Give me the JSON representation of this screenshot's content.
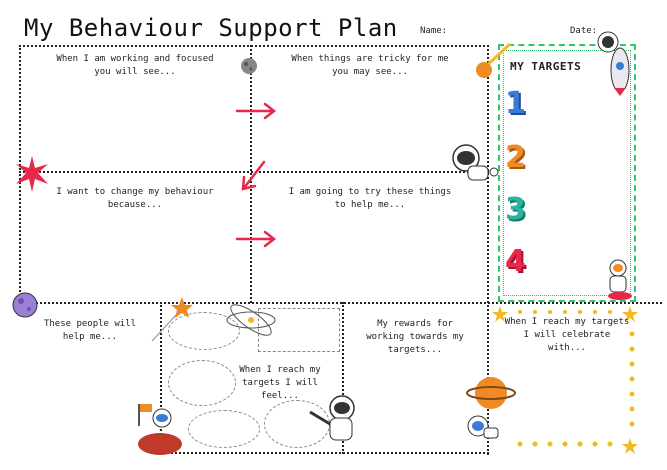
{
  "title": "My Behaviour Support Plan",
  "fields": {
    "name_label": "Name:",
    "date_label": "Date:"
  },
  "sections": {
    "focused": "When I am working and focused\nyou will see...",
    "tricky": "When things are tricky for me\nyou may see...",
    "change": "I want to change my behaviour\nbecause...",
    "try": "I am going to try these things\nto help  me...",
    "people": "These people will\nhelp me...",
    "rewards": "My rewards for\nworking towards my\ntargets...",
    "feel": "When I reach my\ntargets I will\nfeel...",
    "celebrate": "When I reach my targets\nI will celebrate with..."
  },
  "targets": {
    "title": "MY TARGETS",
    "numbers": [
      "1",
      "2",
      "3",
      "4"
    ]
  },
  "colors": {
    "target_border": "#2ec76a",
    "arrow": "#e8284a",
    "star": "#f4b820",
    "num1": "#3a7bd5",
    "num2": "#f08a24",
    "num3": "#2ab3a0",
    "num4": "#e8284a"
  },
  "icons": [
    "astronaut-icon",
    "rocket-icon",
    "comet-icon",
    "planet-icon",
    "star-icon",
    "flag-icon",
    "atom-icon",
    "saturn-icon"
  ]
}
